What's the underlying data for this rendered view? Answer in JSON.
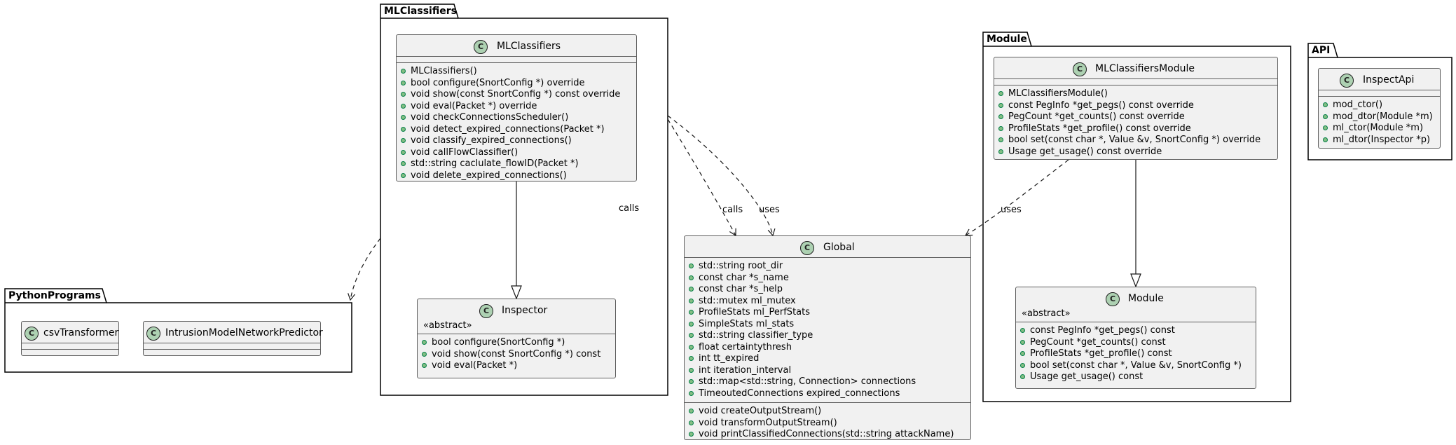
{
  "packages": {
    "mlclassifiers": "MLClassifiers",
    "python_programs": "PythonPrograms",
    "module": "Module",
    "api": "API"
  },
  "stereotype_abstract": "«abstract»",
  "classes": {
    "mlclassifiers": {
      "name": "MLClassifiers",
      "methods": [
        "MLClassifiers()",
        "bool configure(SnortConfig *) override",
        "void show(const SnortConfig *) const override",
        "void eval(Packet *) override",
        "void checkConnectionsScheduler()",
        "void detect_expired_connections(Packet *)",
        "void classify_expired_connections()",
        "void callFlowClassifier()",
        "std::string caclulate_flowID(Packet *)",
        "void delete_expired_connections()"
      ]
    },
    "inspector": {
      "name": "Inspector",
      "methods": [
        "bool configure(SnortConfig *)",
        "void show(const SnortConfig *) const",
        "void eval(Packet *)"
      ]
    },
    "csv_transformer": {
      "name": "csvTransformer"
    },
    "intrusion_predictor": {
      "name": "IntrusionModelNetworkPredictor"
    },
    "global": {
      "name": "Global",
      "fields": [
        "std::string root_dir",
        "const char *s_name",
        "const char *s_help",
        "std::mutex ml_mutex",
        " ProfileStats ml_PerfStats",
        " SimpleStats ml_stats",
        "std::string classifier_type",
        "float certaintythresh",
        "int tt_expired",
        "int iteration_interval",
        "std::map<std::string, Connection> connections",
        "TimeoutedConnections expired_connections"
      ],
      "methods": [
        "void createOutputStream()",
        "void transformOutputStream()",
        "void printClassifiedConnections(std::string attackName)"
      ]
    },
    "mlclassifiers_module": {
      "name": "MLClassifiersModule",
      "methods": [
        "MLClassifiersModule()",
        "const PegInfo *get_pegs() const override",
        "PegCount *get_counts() const override",
        "ProfileStats *get_profile() const override",
        "bool set(const char *, Value &v, SnortConfig *) override",
        "Usage get_usage() const override"
      ]
    },
    "module": {
      "name": "Module",
      "methods": [
        "const PegInfo *get_pegs() const",
        "PegCount *get_counts() const",
        "ProfileStats *get_profile() const",
        "bool set(const char *, Value &v, SnortConfig *)",
        "Usage get_usage() const"
      ]
    },
    "inspect_api": {
      "name": "InspectApi",
      "methods": [
        "mod_ctor()",
        "mod_dtor(Module *m)",
        "ml_ctor(Module *m)",
        "ml_dtor(Inspector *p)"
      ]
    }
  },
  "edge_labels": {
    "calls_floating": "calls",
    "calls": "calls",
    "uses_ml": "uses",
    "uses_module": "uses"
  },
  "class_icon_letter": "C"
}
